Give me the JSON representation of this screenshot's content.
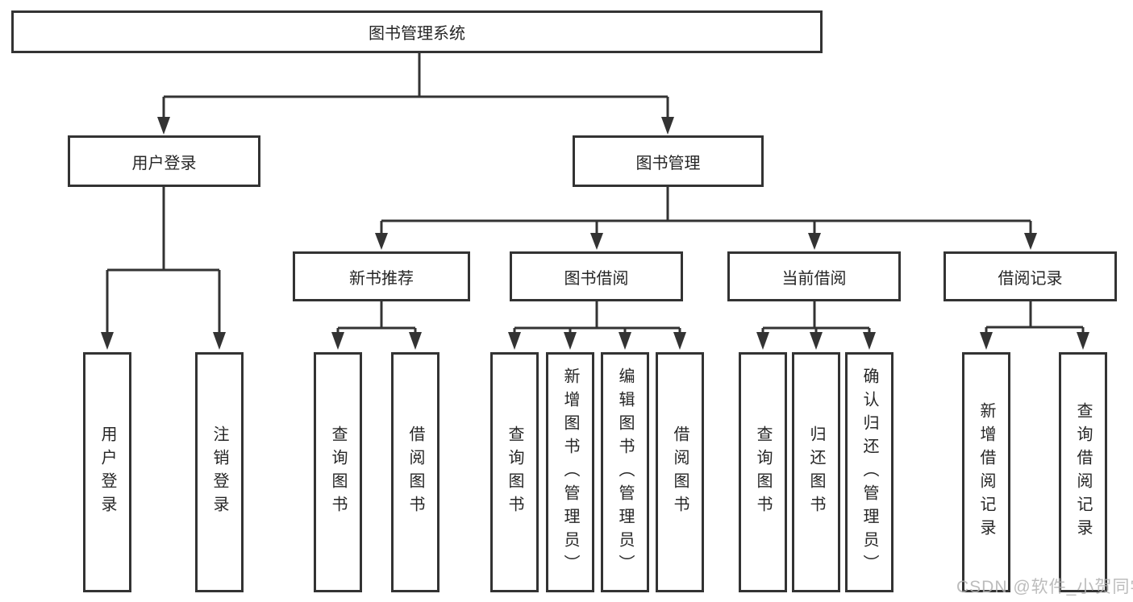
{
  "diagram_type": "hierarchy-tree",
  "colors": {
    "line": "#333333",
    "node_border": "#333333",
    "text": "#262626",
    "watermark": "#b0b0b0"
  },
  "watermark": {
    "text": "CSDN @软件_小贺同学"
  },
  "tree": {
    "label": "图书管理系统",
    "children": [
      {
        "label": "用户登录",
        "children": [
          {
            "label": "用户登录"
          },
          {
            "label": "注销登录"
          }
        ]
      },
      {
        "label": "图书管理",
        "children": [
          {
            "label": "新书推荐",
            "children": [
              {
                "label": "查询图书"
              },
              {
                "label": "借阅图书"
              }
            ]
          },
          {
            "label": "图书借阅",
            "children": [
              {
                "label": "查询图书"
              },
              {
                "label": "新增图书（管理员）"
              },
              {
                "label": "编辑图书（管理员）"
              },
              {
                "label": "借阅图书"
              }
            ]
          },
          {
            "label": "当前借阅",
            "children": [
              {
                "label": "查询图书"
              },
              {
                "label": "归还图书"
              },
              {
                "label": "确认归还（管理员）"
              }
            ]
          },
          {
            "label": "借阅记录",
            "children": [
              {
                "label": "新增借阅记录"
              },
              {
                "label": "查询借阅记录"
              }
            ]
          }
        ]
      }
    ]
  }
}
